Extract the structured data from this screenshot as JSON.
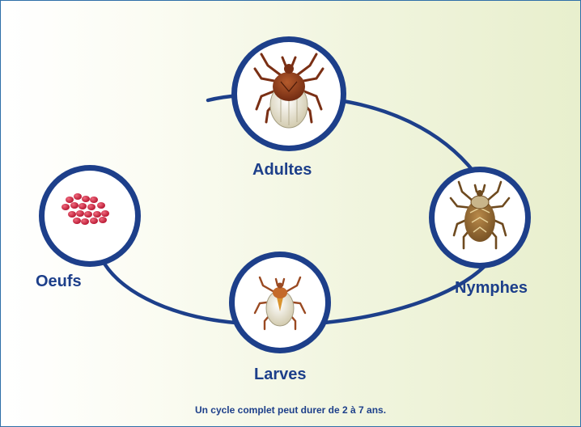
{
  "stages": {
    "adults": {
      "label": "Adultes",
      "icon": "adult-tick-icon"
    },
    "nymphs": {
      "label": "Nymphes",
      "icon": "nymph-tick-icon"
    },
    "larvae": {
      "label": "Larves",
      "icon": "larva-tick-icon"
    },
    "eggs": {
      "label": "Oeufs",
      "icon": "tick-eggs-icon"
    }
  },
  "caption": "Un cycle complet peut durer de 2 à 7 ans.",
  "colors": {
    "cycle_stroke": "#1d3f8a",
    "ring": "#1d3f8a",
    "label": "#1d3f8a",
    "egg": "#d3213f",
    "tick_body_dark": "#7a2f14",
    "tick_body_light": "#e6dcc0"
  }
}
